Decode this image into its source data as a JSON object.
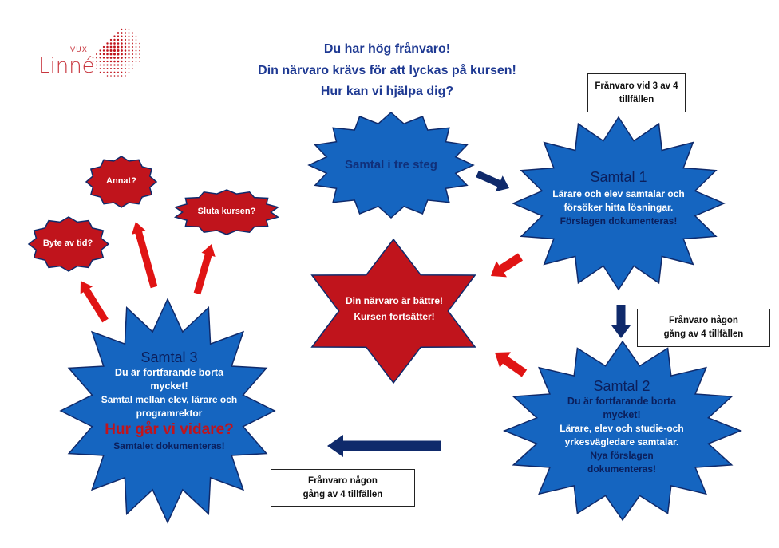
{
  "logo": {
    "small": "VUX",
    "main": "Linné"
  },
  "title": {
    "line1": "Du har hög frånvaro!",
    "line2": "Din närvaro krävs för att lyckas på kursen!",
    "line3": "Hur kan vi hjälpa dig?"
  },
  "boxes": {
    "b1": {
      "line1": "Frånvaro vid 3 av 4",
      "line2": "tillfällen"
    },
    "b2": {
      "line1": "Frånvaro någon",
      "line2": "gång av 4 tillfällen"
    },
    "b3": {
      "line1": "Frånvaro någon",
      "line2": "gång av 4 tillfällen"
    }
  },
  "nodes": {
    "steg": {
      "label": "Samtal i tre steg"
    },
    "samtal1": {
      "title": "Samtal 1",
      "l1": "Lärare och elev samtalar och",
      "l2": "försöker hitta lösningar.",
      "l3": "Förslagen dokumenteras!"
    },
    "center": {
      "l1": "Din närvaro är bättre!",
      "l2": "Kursen fortsätter!"
    },
    "samtal2": {
      "title": "Samtal 2",
      "l1": "Du är fortfarande borta",
      "l2": "mycket!",
      "l3": "Lärare, elev och studie-och",
      "l4": "yrkesvägledare samtalar.",
      "l5": "Nya förslagen",
      "l6": "dokumenteras!"
    },
    "samtal3": {
      "title": "Samtal 3",
      "l1": "Du är fortfarande borta",
      "l2": "mycket!",
      "l3": "Samtal mellan elev, lärare och",
      "l4": "programrektor",
      "l5": "Hur går vi vidare?",
      "l6": "Samtalet dokumenteras!"
    },
    "annat": {
      "label": "Annat?"
    },
    "sluta": {
      "label": "Sluta kursen?"
    },
    "byte": {
      "label": "Byte av tid?"
    }
  },
  "colors": {
    "blue": "#1565c0",
    "navy": "#0f2a6b",
    "red": "#c0141c",
    "arrow_red": "#e01414",
    "title": "#1f3a93"
  }
}
